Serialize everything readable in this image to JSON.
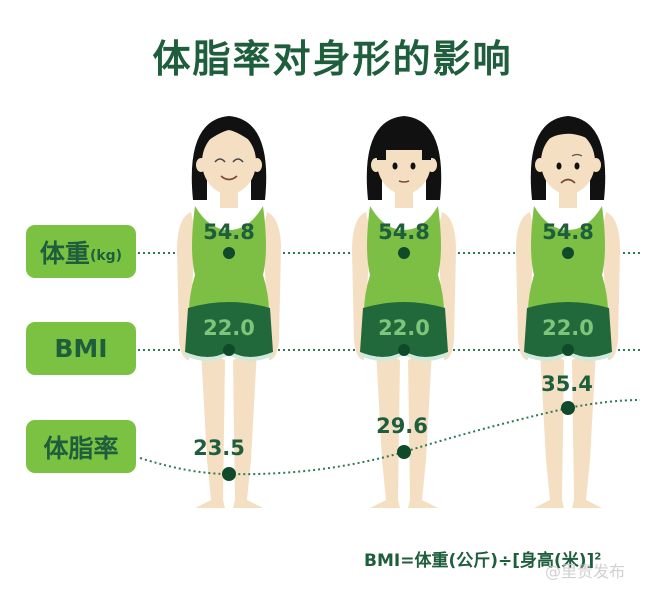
{
  "title": "体脂率对身形的影响",
  "labels": {
    "weight": {
      "text": "体重",
      "unit": "(kg)"
    },
    "bmi": {
      "text": "BMI"
    },
    "body_fat": {
      "text": "体脂率"
    }
  },
  "figures": [
    {
      "expression": "smiling",
      "weight": "54.8",
      "bmi": "22.0",
      "body_fat": "23.5"
    },
    {
      "expression": "neutral",
      "weight": "54.8",
      "bmi": "22.0",
      "body_fat": "29.6"
    },
    {
      "expression": "frowning",
      "weight": "54.8",
      "bmi": "22.0",
      "body_fat": "35.4"
    }
  ],
  "formula": {
    "text": "BMI=体重(公斤)÷[身高(米)]",
    "exponent": "2"
  },
  "watermark": "@里贵发布",
  "colors": {
    "title_green": "#1e5e3c",
    "label_bg": "#7cc242",
    "top_green": "#7dbf45",
    "shorts_green": "#21693a",
    "skin": "#f5dfc3",
    "hair": "#111111",
    "dot": "#0f4a2a"
  }
}
